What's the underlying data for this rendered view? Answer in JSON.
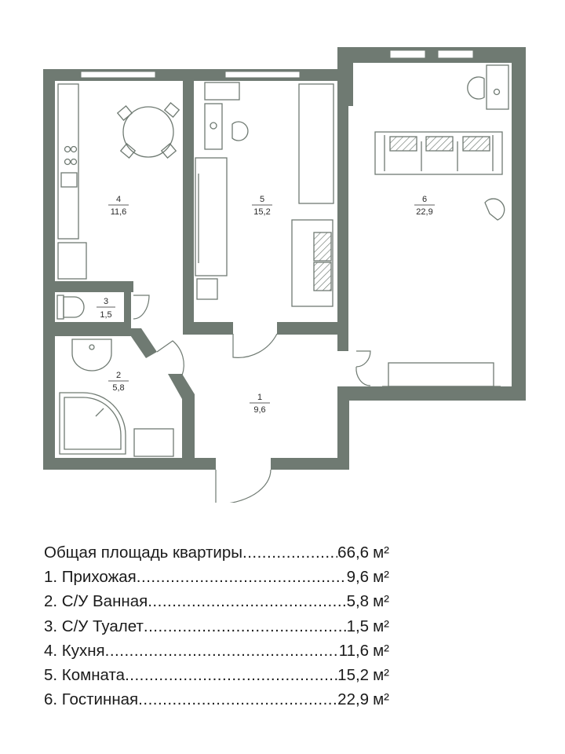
{
  "rooms": [
    {
      "num": "1",
      "area": "9,6"
    },
    {
      "num": "2",
      "area": "5,8"
    },
    {
      "num": "3",
      "area": "1,5"
    },
    {
      "num": "4",
      "area": "11,6"
    },
    {
      "num": "5",
      "area": "15,2"
    },
    {
      "num": "6",
      "area": "22,9"
    }
  ],
  "legend": {
    "total": {
      "label": "Общая площадь квартиры",
      "value": "66,6",
      "unit": "м²"
    },
    "items": [
      {
        "label": "1. Прихожая",
        "value": "9,6",
        "unit": "м²"
      },
      {
        "label": "2. С/У Ванная",
        "value": "5,8",
        "unit": "м²"
      },
      {
        "label": "3. С/У Туалет",
        "value": "1,5",
        "unit": "м²"
      },
      {
        "label": "4. Кухня",
        "value": "11,6",
        "unit": "м²"
      },
      {
        "label": "5. Комната",
        "value": "15,2",
        "unit": "м²"
      },
      {
        "label": "6. Гостинная",
        "value": "22,9",
        "unit": "м²"
      }
    ]
  },
  "colors": {
    "wall": "#6f7a72",
    "text": "#1a1a1a",
    "background": "#ffffff"
  }
}
